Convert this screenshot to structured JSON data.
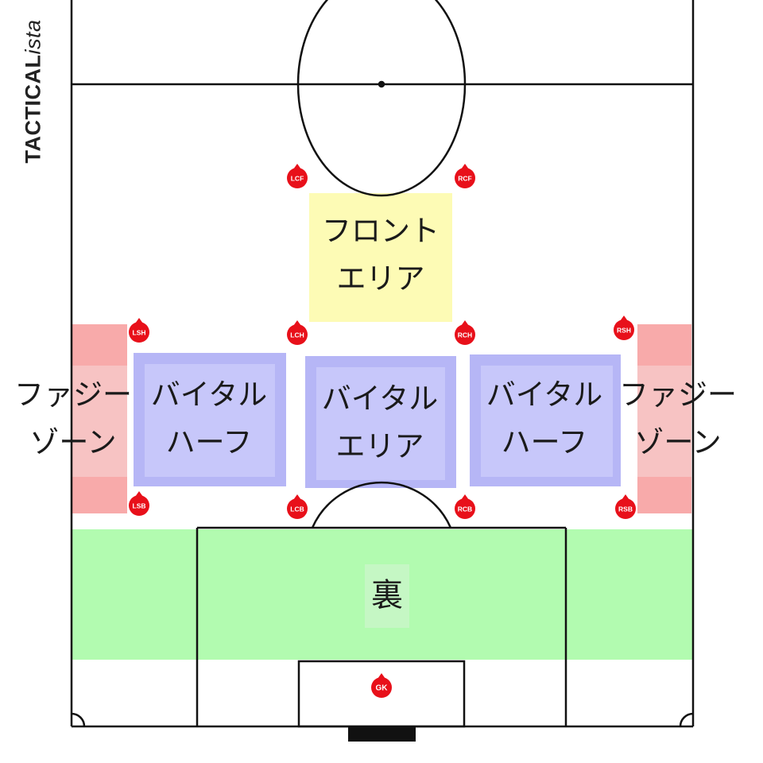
{
  "brand": {
    "part1": "TACTICAL",
    "part2": "ista"
  },
  "colors": {
    "line": "#111111",
    "front_zone": "#fdfbb5",
    "vital_zone": "#b6b6f6",
    "vital_zone_inner": "#c7c7fa",
    "fuzzy_zone": "#f8aaaa",
    "fuzzy_zone_inner": "#f7c3c3",
    "ura_zone": "#b2fbb0",
    "ura_zone_inner": "#c5f7c4",
    "player_marker": "#e8101a",
    "goal": "#111111"
  },
  "zones": {
    "front_area": {
      "line1": "フロント",
      "line2": "エリア"
    },
    "vital_half_left": {
      "line1": "バイタル",
      "line2": "ハーフ"
    },
    "vital_area": {
      "line1": "バイタル",
      "line2": "エリア"
    },
    "vital_half_right": {
      "line1": "バイタル",
      "line2": "ハーフ"
    },
    "fuzzy_zone_left": {
      "line1": "ファジー",
      "line2": "ゾーン"
    },
    "fuzzy_zone_right": {
      "line1": "ファジー",
      "line2": "ゾーン"
    },
    "ura": {
      "label": "裏"
    }
  },
  "positions": [
    {
      "id": "lcf",
      "label": "LCF"
    },
    {
      "id": "rcf",
      "label": "RCF"
    },
    {
      "id": "lsh",
      "label": "LSH"
    },
    {
      "id": "lch",
      "label": "LCH"
    },
    {
      "id": "rch",
      "label": "RCH"
    },
    {
      "id": "rsh",
      "label": "RSH"
    },
    {
      "id": "lsb",
      "label": "LSB"
    },
    {
      "id": "lcb",
      "label": "LCB"
    },
    {
      "id": "rcb",
      "label": "RCB"
    },
    {
      "id": "rsb",
      "label": "RSB"
    },
    {
      "id": "gk",
      "label": "GK"
    }
  ]
}
